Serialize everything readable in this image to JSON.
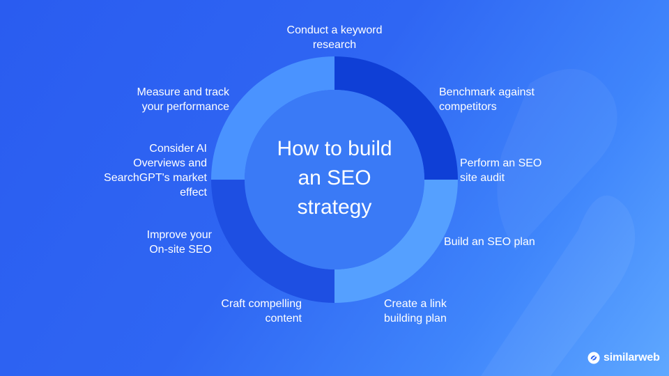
{
  "diagram": {
    "title_lines": [
      "How to build",
      "an SEO",
      "strategy"
    ],
    "steps": [
      {
        "id": "keyword-research",
        "lines": [
          "Conduct a keyword",
          "research"
        ]
      },
      {
        "id": "benchmark",
        "lines": [
          "Benchmark against",
          "competitors"
        ]
      },
      {
        "id": "site-audit",
        "lines": [
          "Perform an SEO",
          "site audit"
        ]
      },
      {
        "id": "seo-plan",
        "lines": [
          "Build an SEO plan"
        ]
      },
      {
        "id": "link-building",
        "lines": [
          "Create a link",
          "building plan"
        ]
      },
      {
        "id": "content",
        "lines": [
          "Craft compelling",
          "content"
        ]
      },
      {
        "id": "onsite-seo",
        "lines": [
          "Improve your",
          "On-site SEO"
        ]
      },
      {
        "id": "ai-overviews",
        "lines": [
          "Consider AI",
          "Overviews and",
          "SearchGPT's market",
          "effect"
        ]
      },
      {
        "id": "measure",
        "lines": [
          "Measure and track",
          "your performance"
        ]
      }
    ],
    "segments": [
      {
        "name": "top-right",
        "color": "#0f3fd6"
      },
      {
        "name": "bottom-right",
        "color": "#55a0ff"
      },
      {
        "name": "bottom-left",
        "color": "#1e4fe2"
      },
      {
        "name": "top-left",
        "color": "#4a93ff"
      }
    ],
    "center_color": "#3a7af6"
  },
  "brand": {
    "name": "similarweb"
  }
}
